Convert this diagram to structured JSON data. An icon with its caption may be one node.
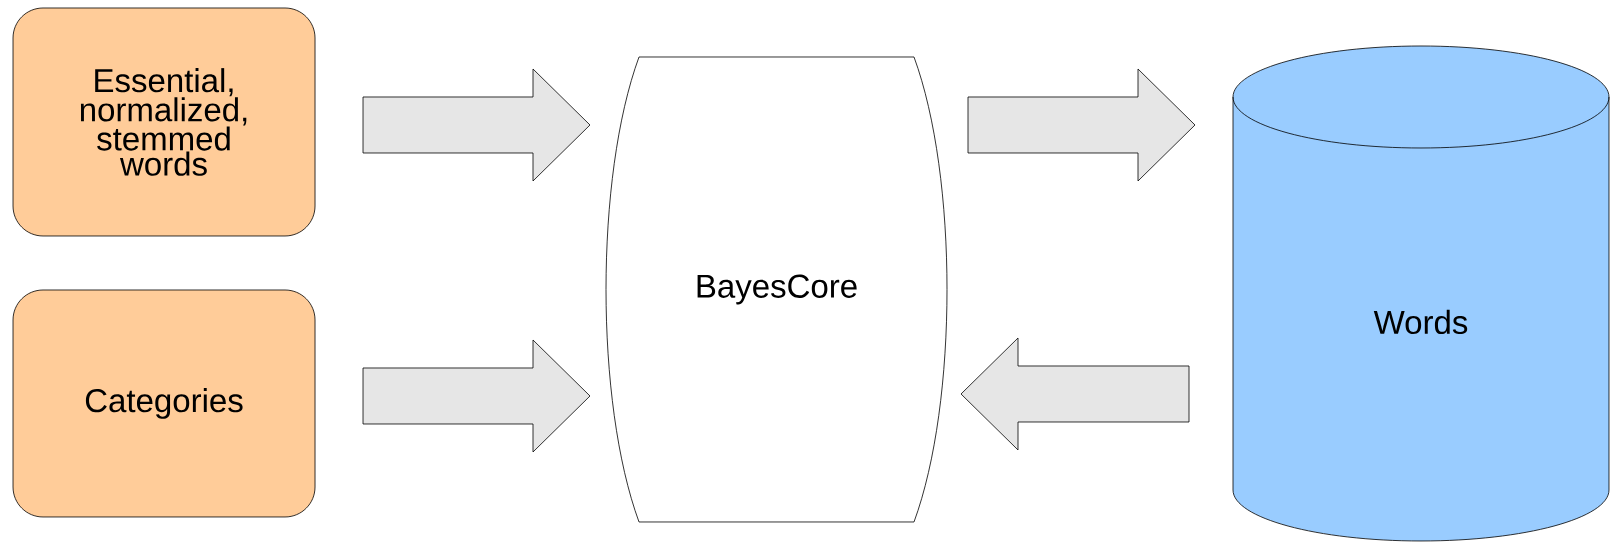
{
  "diagram": {
    "nodes": [
      {
        "text": [
          "Essential, normalized, stemmed words"
        ]
      },
      {
        "text": [
          "Categories"
        ]
      },
      {
        "text": [
          "BayesCore"
        ]
      },
      {
        "text": [
          "Words"
        ]
      }
    ],
    "edges": [
      {
        "from": 0,
        "to": 2,
        "arrow": "to"
      },
      {
        "from": 1,
        "to": 2,
        "arrow": "to"
      },
      {
        "from": 2,
        "to": 3,
        "arrow": "to"
      },
      {
        "from": 3,
        "to": 2,
        "arrow": "to"
      }
    ]
  }
}
